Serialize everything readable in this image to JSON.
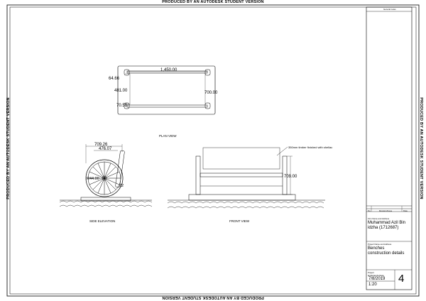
{
  "watermark": "PRODUCED BY AN AUTODESK STUDENT VERSION",
  "views": {
    "plan": {
      "label": "PLAN VIEW",
      "dim_length": "1,450.00",
      "dim_width": "700.00",
      "dim_top_offset": "64.66",
      "dim_inner": "481.00",
      "dim_bottom_offset": "70.58"
    },
    "side": {
      "label": "SIDE ELEVATION",
      "dim_overall": "709.26",
      "dim_inner": "476.07",
      "dim_radius": "R44.00",
      "dim_small": "72"
    },
    "front": {
      "label": "FRONT VIEW",
      "dim_height": "709.00",
      "note": "350mm timber finished with shellac"
    }
  },
  "title_block": {
    "general_notes_label": "General notes",
    "no_label": "No.",
    "revision_label": "Revision/Issue",
    "date_label": "Date",
    "firm_label": "Firm Name and Address",
    "firm_line1": "Muhammad Azil Bin",
    "firm_line2": "idzha (1712687)",
    "project_label": "Project Name and Address",
    "project_line1": "Benches",
    "project_line2": "construction details",
    "project_small_label": "Project",
    "landscape_label": "landscapeheritage",
    "date_value": "7/8/2019",
    "scale_value": "1:20",
    "sheet_number": "4"
  }
}
